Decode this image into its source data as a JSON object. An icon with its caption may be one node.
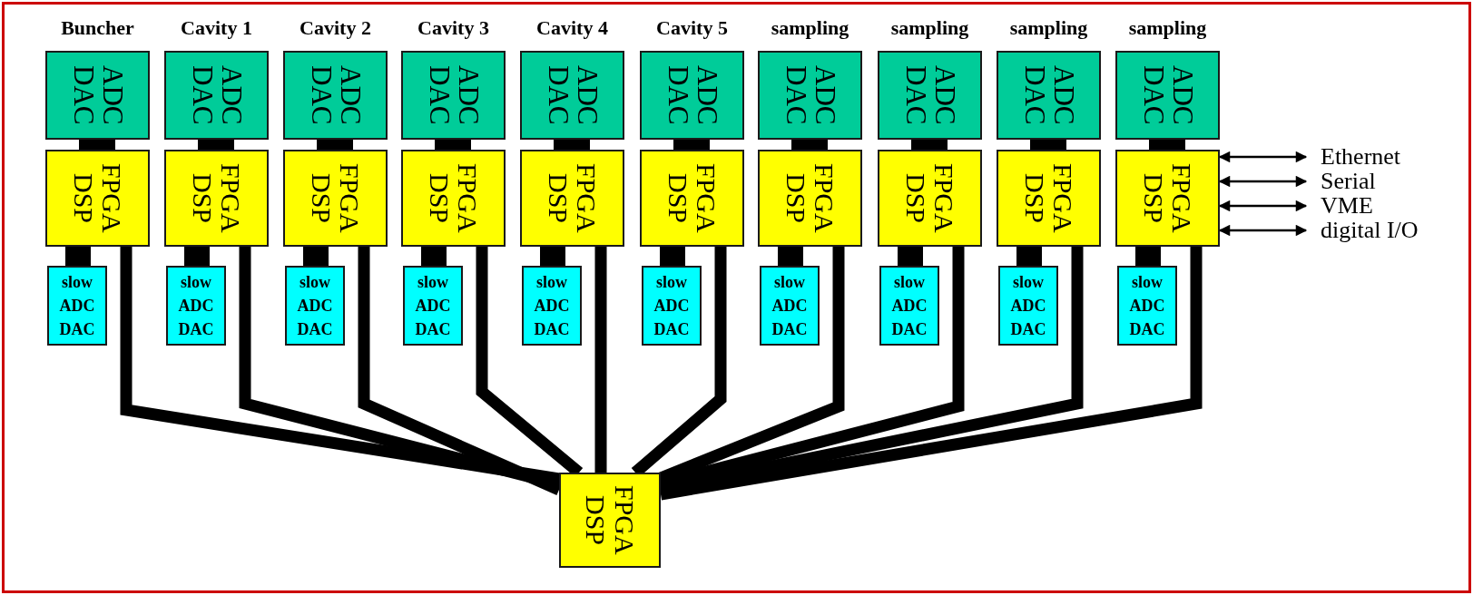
{
  "diagram": {
    "nodes": [
      {
        "text": [
          "Buncher",
          "ADC DAC"
        ]
      },
      {
        "text": [
          "FPGA DSP"
        ]
      },
      {
        "text": [
          "slow ADC DAC"
        ]
      },
      {
        "text": [
          "Cavity 1",
          "ADC DAC"
        ]
      },
      {
        "text": [
          "FPGA DSP"
        ]
      },
      {
        "text": [
          "slow ADC DAC"
        ]
      },
      {
        "text": [
          "Cavity 2",
          "ADC DAC"
        ]
      },
      {
        "text": [
          "FPGA DSP"
        ]
      },
      {
        "text": [
          "slow ADC DAC"
        ]
      },
      {
        "text": [
          "Cavity 3",
          "ADC DAC"
        ]
      },
      {
        "text": [
          "FPGA DSP"
        ]
      },
      {
        "text": [
          "slow ADC DAC"
        ]
      },
      {
        "text": [
          "Cavity 4",
          "ADC DAC"
        ]
      },
      {
        "text": [
          "FPGA DSP"
        ]
      },
      {
        "text": [
          "slow ADC DAC"
        ]
      },
      {
        "text": [
          "Cavity 5",
          "ADC DAC"
        ]
      },
      {
        "text": [
          "FPGA DSP"
        ]
      },
      {
        "text": [
          "slow ADC DAC"
        ]
      },
      {
        "text": [
          "sampling",
          "ADC DAC"
        ]
      },
      {
        "text": [
          "FPGA DSP"
        ]
      },
      {
        "text": [
          "slow ADC DAC"
        ]
      },
      {
        "text": [
          "sampling",
          "ADC DAC"
        ]
      },
      {
        "text": [
          "FPGA DSP"
        ]
      },
      {
        "text": [
          "slow ADC DAC"
        ]
      },
      {
        "text": [
          "sampling",
          "ADC DAC"
        ]
      },
      {
        "text": [
          "FPGA DSP"
        ]
      },
      {
        "text": [
          "slow ADC DAC"
        ]
      },
      {
        "text": [
          "sampling",
          "ADC DAC"
        ]
      },
      {
        "text": [
          "FPGA DSP"
        ]
      },
      {
        "text": [
          "slow ADC DAC"
        ]
      },
      {
        "text": [
          "FPGA DSP"
        ]
      },
      {
        "text": [
          "Ethernet"
        ]
      },
      {
        "text": [
          "Serial"
        ]
      },
      {
        "text": [
          "VME"
        ]
      },
      {
        "text": [
          "digital I/O"
        ]
      }
    ],
    "edges": [
      {
        "from": 0,
        "to": 1,
        "arrow": "none"
      },
      {
        "from": 1,
        "to": 2,
        "arrow": "none"
      },
      {
        "from": 1,
        "to": 30,
        "arrow": "none"
      },
      {
        "from": 3,
        "to": 4,
        "arrow": "none"
      },
      {
        "from": 4,
        "to": 5,
        "arrow": "none"
      },
      {
        "from": 4,
        "to": 30,
        "arrow": "none"
      },
      {
        "from": 6,
        "to": 7,
        "arrow": "none"
      },
      {
        "from": 7,
        "to": 8,
        "arrow": "none"
      },
      {
        "from": 7,
        "to": 30,
        "arrow": "none"
      },
      {
        "from": 9,
        "to": 10,
        "arrow": "none"
      },
      {
        "from": 10,
        "to": 11,
        "arrow": "none"
      },
      {
        "from": 10,
        "to": 30,
        "arrow": "none"
      },
      {
        "from": 12,
        "to": 13,
        "arrow": "none"
      },
      {
        "from": 13,
        "to": 14,
        "arrow": "none"
      },
      {
        "from": 13,
        "to": 30,
        "arrow": "none"
      },
      {
        "from": 15,
        "to": 16,
        "arrow": "none"
      },
      {
        "from": 16,
        "to": 17,
        "arrow": "none"
      },
      {
        "from": 16,
        "to": 30,
        "arrow": "none"
      },
      {
        "from": 18,
        "to": 19,
        "arrow": "none"
      },
      {
        "from": 19,
        "to": 20,
        "arrow": "none"
      },
      {
        "from": 19,
        "to": 30,
        "arrow": "none"
      },
      {
        "from": 21,
        "to": 22,
        "arrow": "none"
      },
      {
        "from": 22,
        "to": 23,
        "arrow": "none"
      },
      {
        "from": 22,
        "to": 30,
        "arrow": "none"
      },
      {
        "from": 24,
        "to": 25,
        "arrow": "none"
      },
      {
        "from": 25,
        "to": 26,
        "arrow": "none"
      },
      {
        "from": 25,
        "to": 30,
        "arrow": "none"
      },
      {
        "from": 27,
        "to": 28,
        "arrow": "none"
      },
      {
        "from": 28,
        "to": 29,
        "arrow": "none"
      },
      {
        "from": 28,
        "to": 30,
        "arrow": "none"
      },
      {
        "from": 28,
        "to": 31,
        "arrow": "both"
      },
      {
        "from": 28,
        "to": 32,
        "arrow": "both"
      },
      {
        "from": 28,
        "to": 33,
        "arrow": "both"
      },
      {
        "from": 28,
        "to": 34,
        "arrow": "both"
      }
    ]
  }
}
